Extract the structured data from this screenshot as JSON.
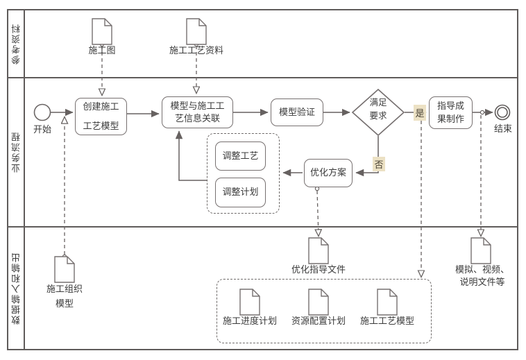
{
  "colors": {
    "line": "#666160",
    "shape_border": "#767070",
    "lane_border": "#5f5b5a",
    "text": "#3a3a3a",
    "decision_tag_bg": "#ece1c4",
    "background": "#ffffff"
  },
  "lanes": [
    {
      "label": "参考资料"
    },
    {
      "label": "业务流程"
    },
    {
      "label": "数据输入和输出"
    }
  ],
  "events": {
    "start": "开始",
    "end": "结束"
  },
  "tasks": {
    "create_model": "创建施工\n工艺模型",
    "associate_info": "模型与施工工\n艺信息关联",
    "verify": "模型验证",
    "guide_production": "指导成\n果制作",
    "optimize_plan": "优化方案",
    "adjust_process": "调整工艺",
    "adjust_schedule": "调整计划"
  },
  "gateway": {
    "label": "满足\n要求",
    "yes": "是",
    "no": "否"
  },
  "documents": {
    "construction_drawing": "施工图",
    "process_data": "施工工艺资料",
    "organization_model": "施工组织\n模型",
    "optimization_guide": "优化指导文件",
    "schedule_plan": "施工进度计划",
    "resource_plan": "资源配置计划",
    "process_model": "施工工艺模型",
    "simulation_files": "模拟、视频、\n说明文件等"
  }
}
